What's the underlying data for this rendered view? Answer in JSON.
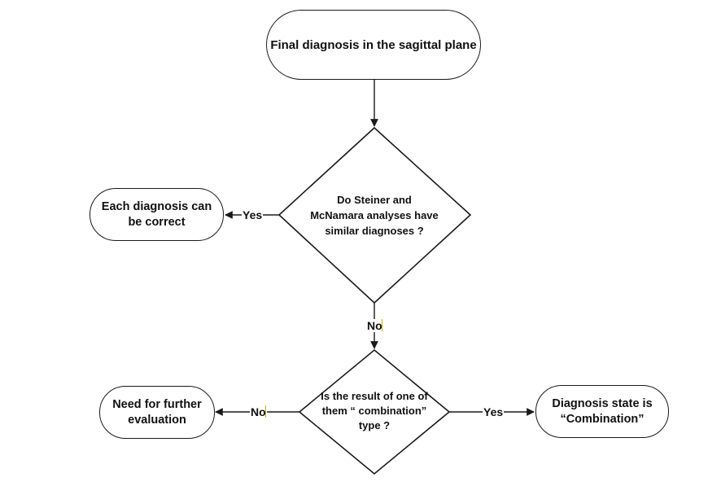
{
  "colors": {
    "stroke": "#1a1a1a",
    "text": "#111111",
    "background": "#ffffff"
  },
  "nodes": {
    "start": {
      "label": "Final diagnosis in the sagittal plane"
    },
    "decision_similar": {
      "label": "Do Steiner and McNamara analyses have similar diagnoses ?"
    },
    "each_correct": {
      "label": "Each diagnosis can be correct"
    },
    "decision_combination": {
      "label": "Is the result of one of them “ combination” type ?"
    },
    "further_eval": {
      "label": "Need for further evaluation"
    },
    "combination_state": {
      "label": "Diagnosis state is “Combination”"
    }
  },
  "edges": {
    "similar_yes": {
      "label": "Yes"
    },
    "similar_no": {
      "label": "No"
    },
    "combination_no": {
      "label": "No"
    },
    "combination_yes": {
      "label": "Yes"
    }
  }
}
